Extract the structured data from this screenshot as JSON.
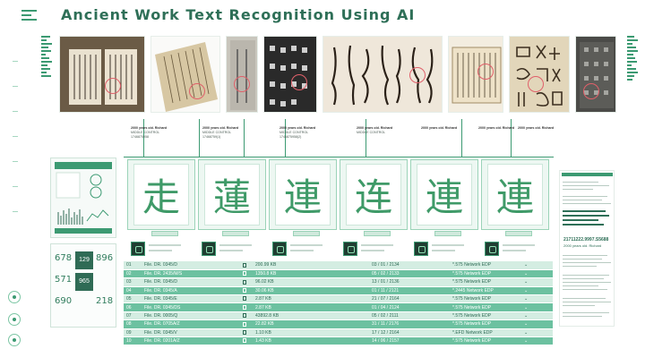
{
  "header": {
    "title": "Ancient Work Text Recognition Using AI",
    "menu_icon": "hamburger-icon"
  },
  "colors": {
    "accent": "#3c9a72",
    "title": "#2e6f57",
    "row_light": "#d4ede2",
    "row_dark": "#6cc1a0",
    "glyph": "#3f9a68"
  },
  "annotations": [
    {
      "title": "2000 years old. Richard",
      "sub": "MIDDLE CONTROL",
      "code": "1746875958"
    },
    {
      "title": "2000 years old. Richard",
      "sub": "MIDDLE CONTROL",
      "code": "17468759(1)"
    },
    {
      "title": "2000 years old. Richard",
      "sub": "MIDDLE CONTROL",
      "code": "1746875958(2)"
    },
    {
      "title": "2000 years old. Richard",
      "sub": "MIDDLE CONTROL",
      "code": ""
    },
    {
      "title": "2000 years old. Richard",
      "sub": "",
      "code": ""
    },
    {
      "title": "2000 years old. Richard",
      "sub": "",
      "code": ""
    },
    {
      "title": "2000 years old. Richard",
      "sub": "",
      "code": ""
    }
  ],
  "glyphs": [
    "走",
    "蓮",
    "連",
    "连",
    "連",
    "連"
  ],
  "left_stats": [
    "678",
    "129",
    "896",
    "571",
    "965",
    "690",
    "218"
  ],
  "rows": [
    {
      "no": "01",
      "file": "File. DR. 0345/D",
      "size": "200.99 KB",
      "date": "03 / 01 / 2134",
      "net": "*.575 Network EDP"
    },
    {
      "no": "02",
      "file": "File. DR. 2435/M/S",
      "size": "1350.8 KB",
      "date": "05 / 02 / 2133",
      "net": "*.575 Network EDP"
    },
    {
      "no": "03",
      "file": "File. DR. 0345/D",
      "size": "96.02 KB",
      "date": "13 / 01 / 2136",
      "net": "*.575 Network EDP"
    },
    {
      "no": "04",
      "file": "File. DR. 0345/A",
      "size": "30.06 KB",
      "date": "01 / 11 / 2121",
      "net": "*.2445 Network EDP"
    },
    {
      "no": "05",
      "file": "File. DR. 0345/E",
      "size": "2.87 KB",
      "date": "21 / 07 / 2164",
      "net": "*.575 Network EDP"
    },
    {
      "no": "06",
      "file": "File. DR. 0345/DS",
      "size": "2.87 KB",
      "date": "01 / 04 / 2124",
      "net": "*.575 Network EDP"
    },
    {
      "no": "07",
      "file": "File. DR. 0005/Q",
      "size": "43892.8 KB",
      "date": "05 / 02 / 2111",
      "net": "*.575 Network EDP"
    },
    {
      "no": "08",
      "file": "File. DR. 0705A/Z",
      "size": "22.82 KB",
      "date": "31 / 11 / 2176",
      "net": "*.575 Network EDP"
    },
    {
      "no": "09",
      "file": "File. DR. 0345/V",
      "size": "1.10 KB",
      "date": "17 / 12 / 2164",
      "net": "*.EFD Network EDP"
    },
    {
      "no": "10",
      "file": "File. DR. 0201A/Z",
      "size": "1.43 KB",
      "date": "14 / 06 / 2157",
      "net": "*.575 Network EDP"
    }
  ],
  "right_panel": {
    "code": "21711222.9997.S5688",
    "sub": "2000 years old. Richard"
  }
}
